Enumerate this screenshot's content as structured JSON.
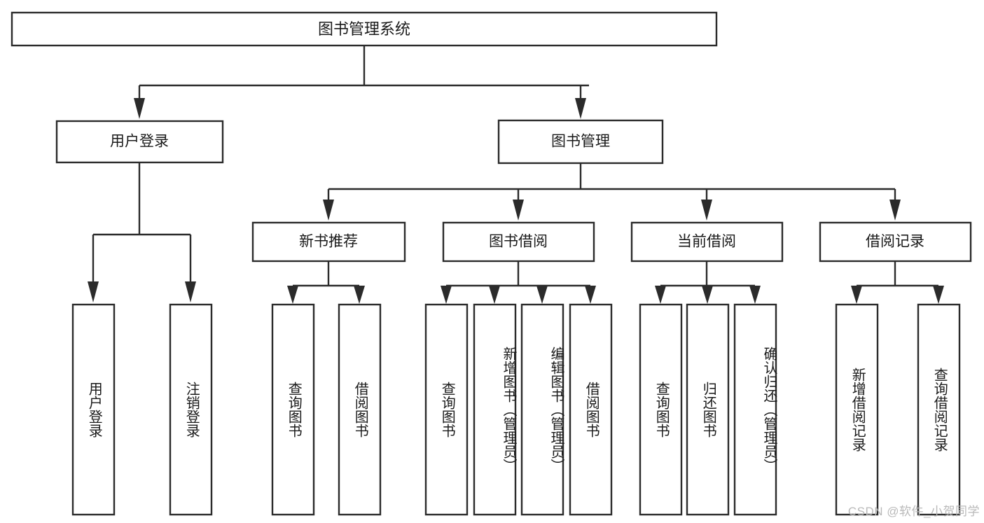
{
  "diagram": {
    "type": "tree",
    "title_node": {
      "label": "图书管理系统"
    },
    "level2": [
      {
        "id": "user-login",
        "label": "用户登录"
      },
      {
        "id": "book-management",
        "label": "图书管理"
      }
    ],
    "level3": [
      {
        "id": "new-book-recommend",
        "label": "新书推荐"
      },
      {
        "id": "book-borrow",
        "label": "图书借阅"
      },
      {
        "id": "current-borrow",
        "label": "当前借阅"
      },
      {
        "id": "borrow-record",
        "label": "借阅记录"
      }
    ],
    "leaves": {
      "user_login": [
        {
          "id": "leaf-user-login",
          "label": "用户登录"
        },
        {
          "id": "leaf-logout-login",
          "label": "注销登录"
        }
      ],
      "new_book_recommend": [
        {
          "id": "leaf-query-book-1",
          "label": "查询图书"
        },
        {
          "id": "leaf-borrow-book-1",
          "label": "借阅图书"
        }
      ],
      "book_borrow": [
        {
          "id": "leaf-query-book-2",
          "label": "查询图书"
        },
        {
          "id": "leaf-add-book-admin",
          "label": "新增图书（管理员）"
        },
        {
          "id": "leaf-edit-book-admin",
          "label": "编辑图书（管理员）"
        },
        {
          "id": "leaf-borrow-book-2",
          "label": "借阅图书"
        }
      ],
      "current_borrow": [
        {
          "id": "leaf-query-book-3",
          "label": "查询图书"
        },
        {
          "id": "leaf-return-book",
          "label": "归还图书"
        },
        {
          "id": "leaf-confirm-return-admin",
          "label": "确认归还（管理员）"
        }
      ],
      "borrow_record": [
        {
          "id": "leaf-add-borrow-record",
          "label": "新增借阅记录"
        },
        {
          "id": "leaf-query-borrow-record",
          "label": "查询借阅记录"
        }
      ]
    },
    "colors": {
      "stroke": "#2b2b2b",
      "fill": "#ffffff",
      "text": "#1a1a1a",
      "watermark": "#b9b9b9",
      "background": "#ffffff"
    }
  },
  "watermark": {
    "text": "CSDN @软件_小贺同学"
  }
}
